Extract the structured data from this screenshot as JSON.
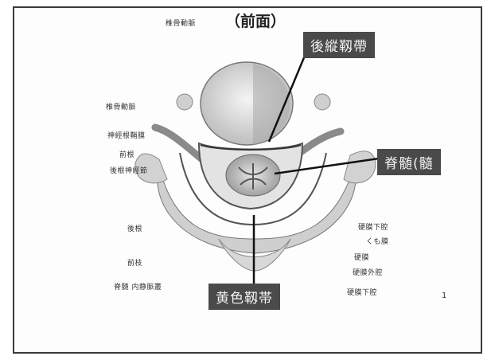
{
  "slide": {
    "title": "（前面）"
  },
  "callouts": {
    "posterior_longitudinal_ligament": "後縱靱帶",
    "spinal_cord": "脊髄(髓",
    "ligamentum_flavum": "黄色靱帯"
  },
  "left_labels": [
    "椎骨動脈",
    "椎骨動脈",
    "神經根鞘膜",
    "前根",
    "後根神經節",
    "後根",
    "前枝",
    "脊髄  内静脈叢"
  ],
  "right_labels": [
    "硬膜下腔",
    "くも膜",
    "硬膜",
    "硬膜外腔",
    "硬膜下腔"
  ],
  "page_mark": "1",
  "colors": {
    "callout_bg": "#4a4a4a",
    "callout_text": "#f2f2f2",
    "line": "#111111"
  }
}
